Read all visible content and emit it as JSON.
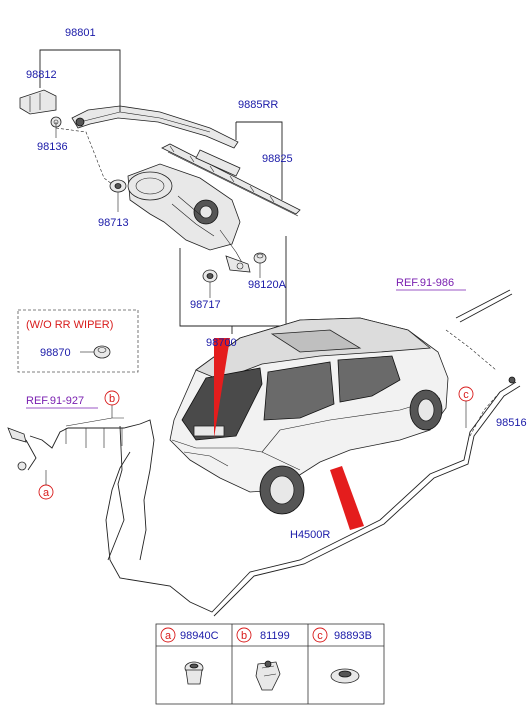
{
  "colors": {
    "part_label": "#1a1aa8",
    "reference": "#7a1fb0",
    "callout": "#d81b1b"
  },
  "labels": {
    "p98801": "98801",
    "p98812": "98812",
    "p9885rr": "9885RR",
    "p98136": "98136",
    "p98825": "98825",
    "p98713": "98713",
    "p98120a": "98120A",
    "p98717": "98717",
    "p98700": "98700",
    "p98870": "98870",
    "p98516": "98516",
    "ph4500r": "H4500R"
  },
  "references": {
    "ref_986": "REF.91-986",
    "ref_927": "REF.91-927"
  },
  "option_box": {
    "title": "(W/O RR WIPER)"
  },
  "callouts": {
    "a": "a",
    "b": "b",
    "c": "c"
  },
  "legend_table": [
    {
      "letter": "a",
      "part": "98940C"
    },
    {
      "letter": "b",
      "part": "81199"
    },
    {
      "letter": "c",
      "part": "98893B"
    }
  ]
}
